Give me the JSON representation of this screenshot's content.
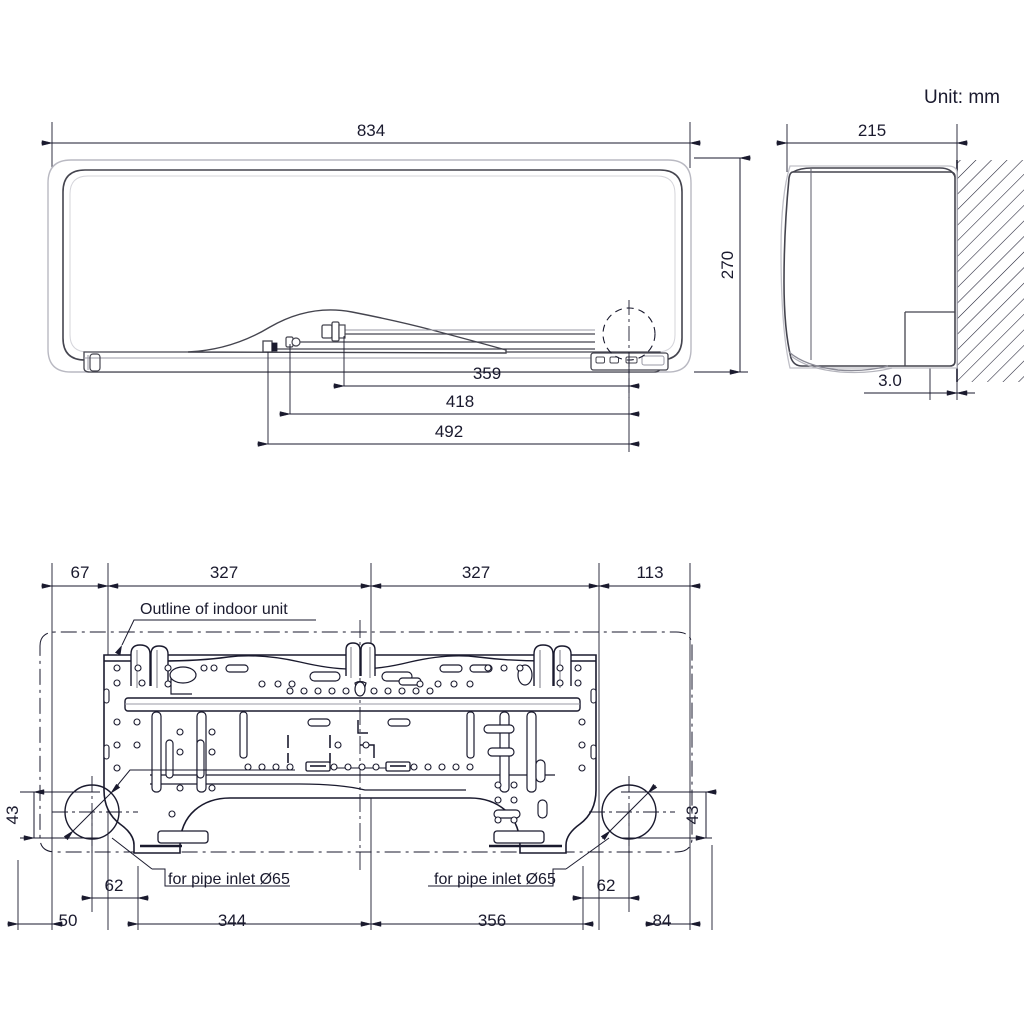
{
  "drawing": {
    "unit_note": "Unit: mm",
    "title_hidden": "",
    "views": {
      "front": {
        "name": "front-view",
        "dimensions": {
          "width": "834",
          "height": "270",
          "pipe_a": "359",
          "pipe_b": "418",
          "pipe_c": "492"
        }
      },
      "side": {
        "name": "side-view",
        "dimensions": {
          "depth": "215",
          "wall_gap": "3.0"
        }
      },
      "plan": {
        "name": "mounting-plate-plan-view",
        "callouts": {
          "outline": "Outline of indoor unit",
          "pipe_inlet_left": "for pipe inlet Ø65",
          "pipe_inlet_right": "for pipe inlet Ø65"
        },
        "dimensions_top": [
          "67",
          "327",
          "327",
          "113"
        ],
        "dimensions_bottom": [
          "50",
          "344",
          "356",
          "84"
        ],
        "dimensions_inner": [
          "62",
          "62"
        ],
        "dimensions_side": [
          "43",
          "43"
        ]
      }
    },
    "colors": {
      "line": "#1a1a2e",
      "light_line": "#9a9aa5",
      "background": "#ffffff"
    }
  }
}
